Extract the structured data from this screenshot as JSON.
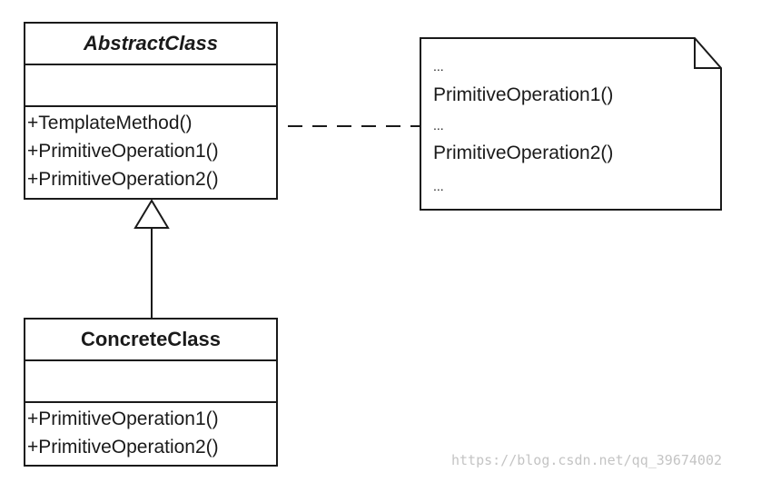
{
  "abstract_class": {
    "name": "AbstractClass",
    "operations": [
      "+TemplateMethod()",
      "+PrimitiveOperation1()",
      "+PrimitiveOperation2()"
    ]
  },
  "concrete_class": {
    "name": "ConcreteClass",
    "operations": [
      "+PrimitiveOperation1()",
      "+PrimitiveOperation2()"
    ]
  },
  "note": {
    "lines": [
      "...",
      "PrimitiveOperation1()",
      "...",
      "PrimitiveOperation2()",
      "..."
    ]
  },
  "watermark": "https://blog.csdn.net/qq_39674002"
}
